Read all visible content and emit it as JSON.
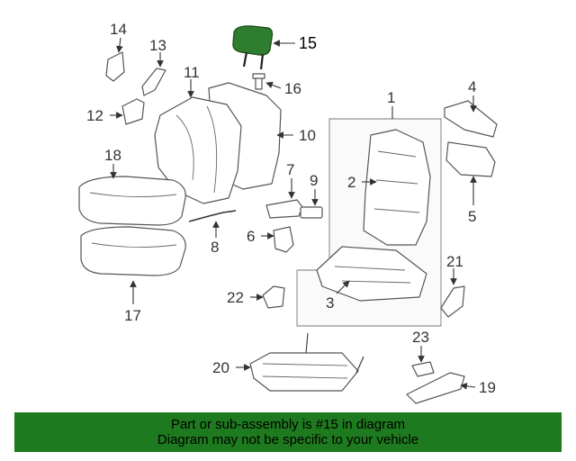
{
  "diagram": {
    "highlight_color": "#1e7a1e",
    "highlighted_part": "15",
    "callouts": [
      "1",
      "2",
      "3",
      "4",
      "5",
      "6",
      "7",
      "8",
      "9",
      "10",
      "11",
      "12",
      "13",
      "14",
      "15",
      "16",
      "17",
      "18",
      "19",
      "20",
      "21",
      "22",
      "23"
    ]
  },
  "banner": {
    "line1": "Part or sub-assembly is #15 in diagram",
    "line2": "Diagram may not be specific to your vehicle",
    "color": "#1e7a1e"
  }
}
